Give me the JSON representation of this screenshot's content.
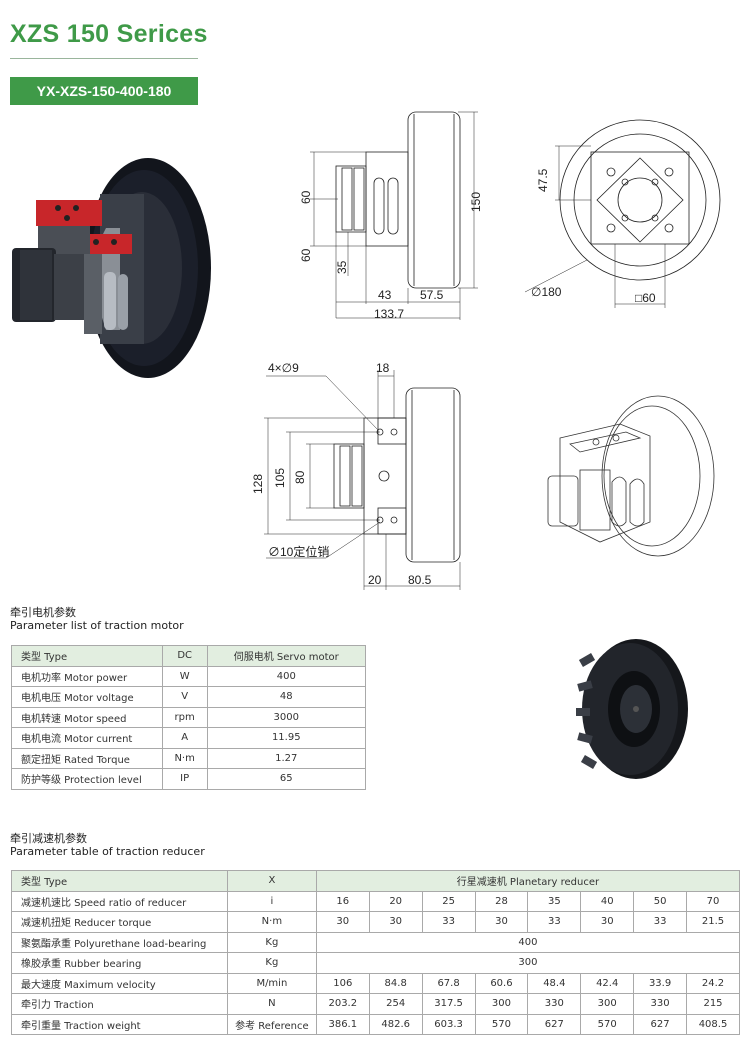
{
  "header": {
    "title": "XZS 150 Serices",
    "model": "YX-XZS-150-400-180"
  },
  "colors": {
    "brand_green": "#3f9a48",
    "table_header_bg": "#e2eee0",
    "table_border": "#a9a9a9"
  },
  "dims": {
    "d60a": "60",
    "d60b": "60",
    "d35": "35",
    "d150": "150",
    "d43": "43",
    "d57_5": "57.5",
    "d133_7": "133.7",
    "d47_5": "47.5",
    "phi180": "∅180",
    "sq60": "□60",
    "holes": "4×∅9",
    "d18": "18",
    "d128": "128",
    "d105": "105",
    "d80": "80",
    "pin": "∅10定位销",
    "d20": "20",
    "d80_5": "80.5"
  },
  "motor_table": {
    "title_cn": "牵引电机参数",
    "title_en": "Parameter list of traction motor",
    "rows": [
      [
        "类型 Type",
        "DC",
        "伺服电机 Servo motor"
      ],
      [
        "电机功率 Motor power",
        "W",
        "400"
      ],
      [
        "电机电压 Motor voltage",
        "V",
        "48"
      ],
      [
        "电机转速 Motor speed",
        "rpm",
        "3000"
      ],
      [
        "电机电流 Motor current",
        "A",
        "11.95"
      ],
      [
        "额定扭矩  Rated Torque",
        "N·m",
        "1.27"
      ],
      [
        "防护等级 Protection level",
        "IP",
        "65"
      ]
    ]
  },
  "reducer_table": {
    "title_cn": "牵引减速机参数",
    "title_en": "Parameter table of traction reducer",
    "header": [
      "类型 Type",
      "X",
      "行星减速机 Planetary reducer"
    ],
    "rows": [
      {
        "label": "减速机速比 Speed ratio of reducer",
        "unit": "i",
        "values": [
          "16",
          "20",
          "25",
          "28",
          "35",
          "40",
          "50",
          "70"
        ]
      },
      {
        "label": "减速机扭矩 Reducer torque",
        "unit": "N·m",
        "values": [
          "30",
          "30",
          "33",
          "30",
          "33",
          "30",
          "33",
          "21.5"
        ]
      },
      {
        "label": "聚氨酯承重 Polyurethane load-bearing",
        "unit": "Kg",
        "span": "400"
      },
      {
        "label": "橡胶承重 Rubber bearing",
        "unit": "Kg",
        "span": "300"
      },
      {
        "label": "最大速度 Maximum velocity",
        "unit": "M/min",
        "values": [
          "106",
          "84.8",
          "67.8",
          "60.6",
          "48.4",
          "42.4",
          "33.9",
          "24.2"
        ]
      },
      {
        "label": "牵引力 Traction",
        "unit": "N",
        "values": [
          "203.2",
          "254",
          "317.5",
          "300",
          "330",
          "300",
          "330",
          "215"
        ]
      },
      {
        "label": "牵引重量 Traction weight",
        "unit": "参考 Reference",
        "values": [
          "386.1",
          "482.6",
          "603.3",
          "570",
          "627",
          "570",
          "627",
          "408.5"
        ]
      }
    ]
  }
}
